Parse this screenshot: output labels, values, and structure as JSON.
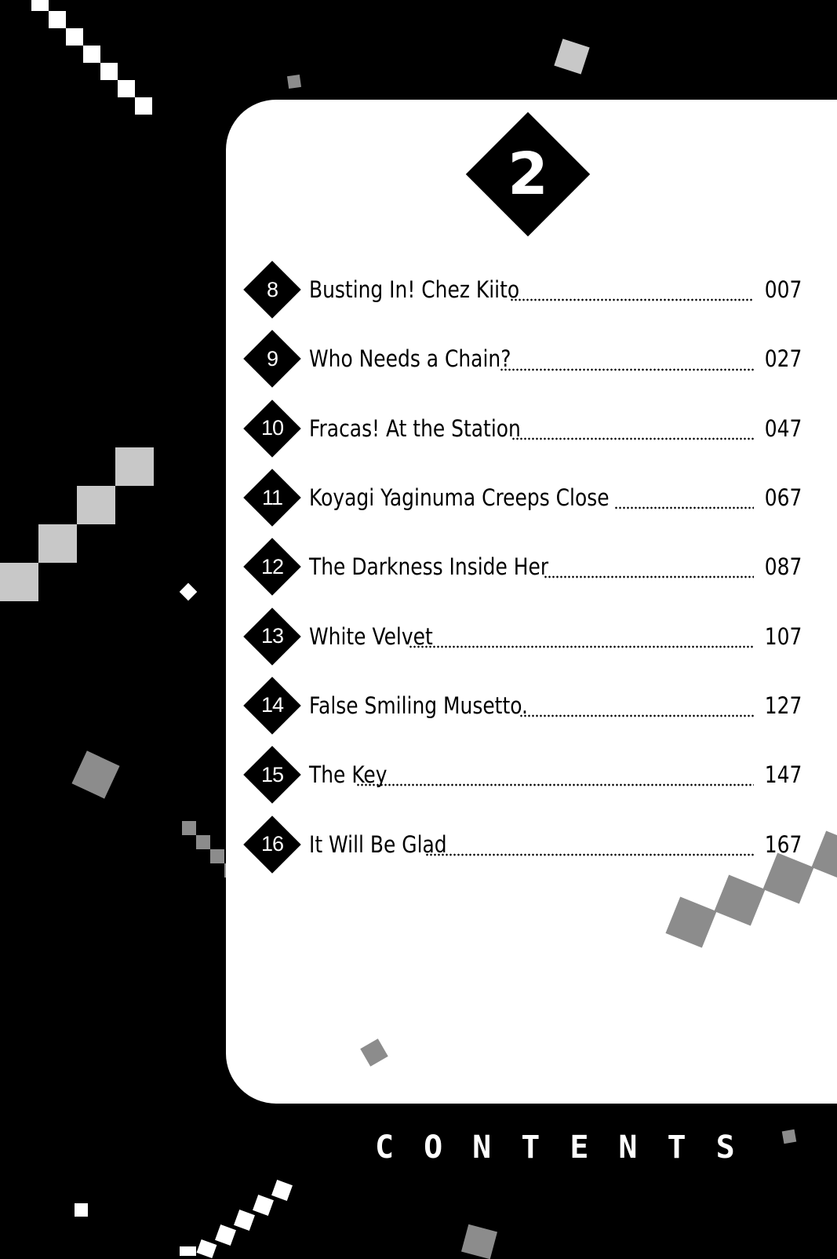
{
  "volume": {
    "number": "2"
  },
  "toc": {
    "entries": [
      {
        "chapter": "8",
        "title": "Busting In! Chez Kiito",
        "page": "007"
      },
      {
        "chapter": "9",
        "title": "Who Needs a Chain?",
        "page": "027"
      },
      {
        "chapter": "10",
        "title": "Fracas! At the Station",
        "page": "047"
      },
      {
        "chapter": "11",
        "title": "Koyagi Yaginuma Creeps Close",
        "page": "067"
      },
      {
        "chapter": "12",
        "title": "The Darkness Inside Her",
        "page": "087"
      },
      {
        "chapter": "13",
        "title": "White Velvet",
        "page": "107"
      },
      {
        "chapter": "14",
        "title": "False Smiling Musetto.",
        "page": "127"
      },
      {
        "chapter": "15",
        "title": "The Key",
        "page": "147"
      },
      {
        "chapter": "16",
        "title": "It Will Be Glad",
        "page": "167"
      }
    ]
  },
  "footer": {
    "label": "CONTENTS"
  },
  "colors": {
    "background": "#000000",
    "panel": "#ffffff",
    "light_square": "#c8c8c8",
    "mid_square": "#8c8c8c"
  }
}
